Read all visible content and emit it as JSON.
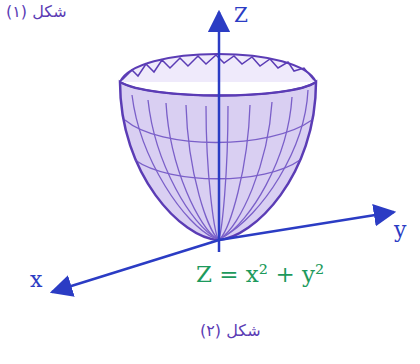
{
  "diagram": {
    "labels": [
      "شکل (۱)",
      "Z",
      "y",
      "x",
      "Z = x² + y²",
      "شکل (۲)"
    ]
  }
}
